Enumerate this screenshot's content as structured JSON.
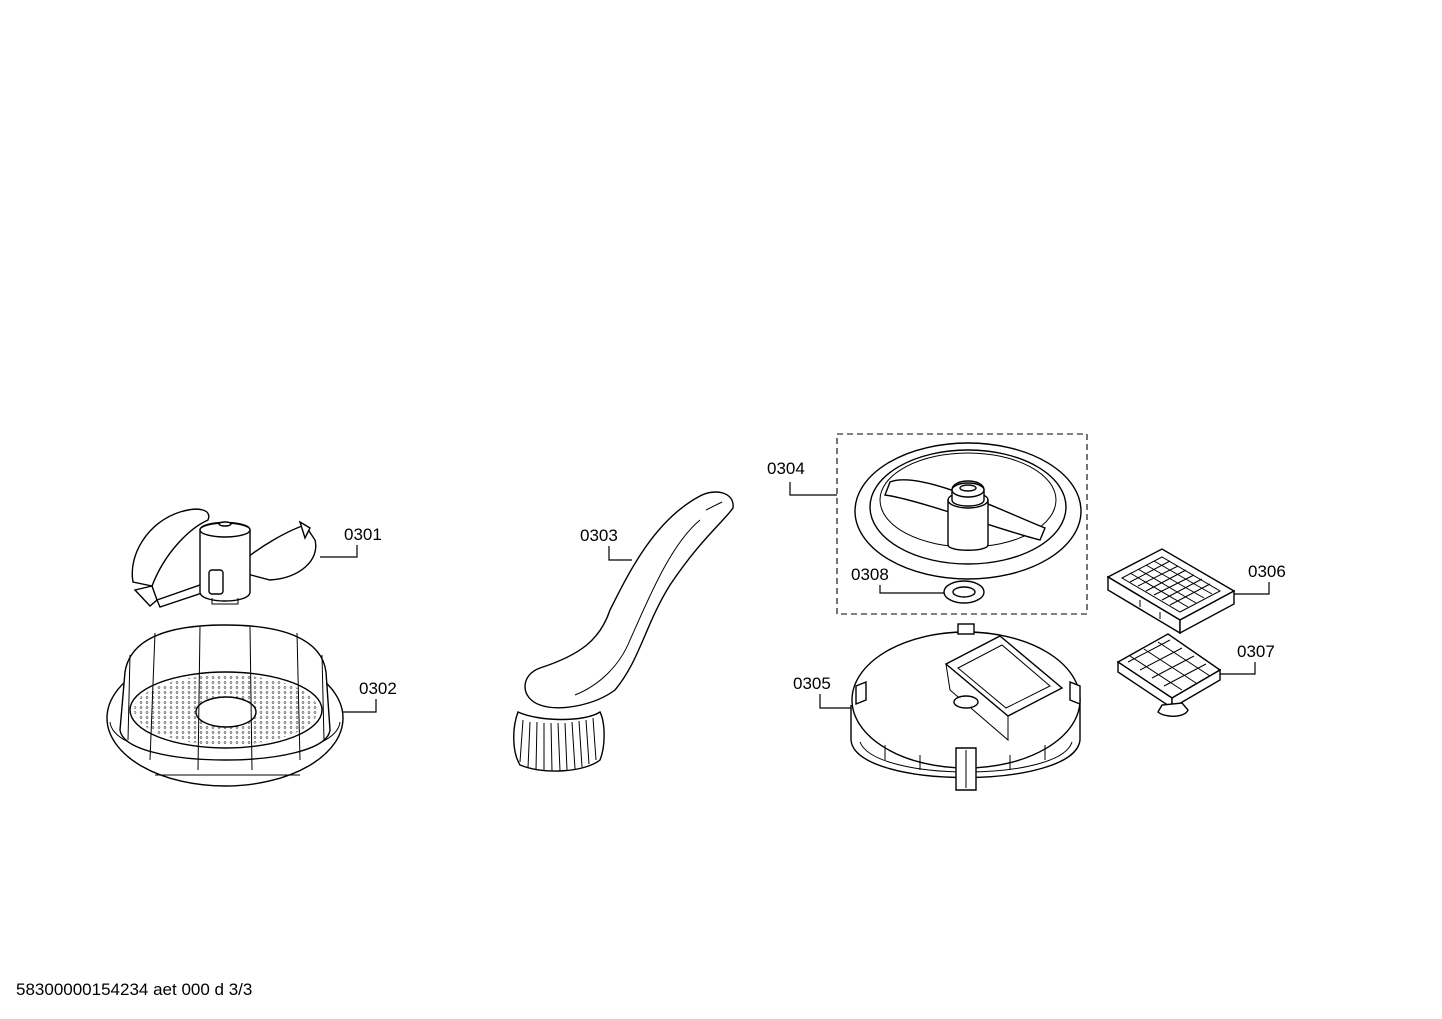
{
  "parts": [
    {
      "id": "part-0301",
      "label": "0301"
    },
    {
      "id": "part-0302",
      "label": "0302"
    },
    {
      "id": "part-0303",
      "label": "0303"
    },
    {
      "id": "part-0304",
      "label": "0304"
    },
    {
      "id": "part-0305",
      "label": "0305"
    },
    {
      "id": "part-0306",
      "label": "0306"
    },
    {
      "id": "part-0307",
      "label": "0307"
    },
    {
      "id": "part-0308",
      "label": "0308"
    }
  ],
  "footer": {
    "text": "58300000154234 aet 000 d 3/3"
  }
}
